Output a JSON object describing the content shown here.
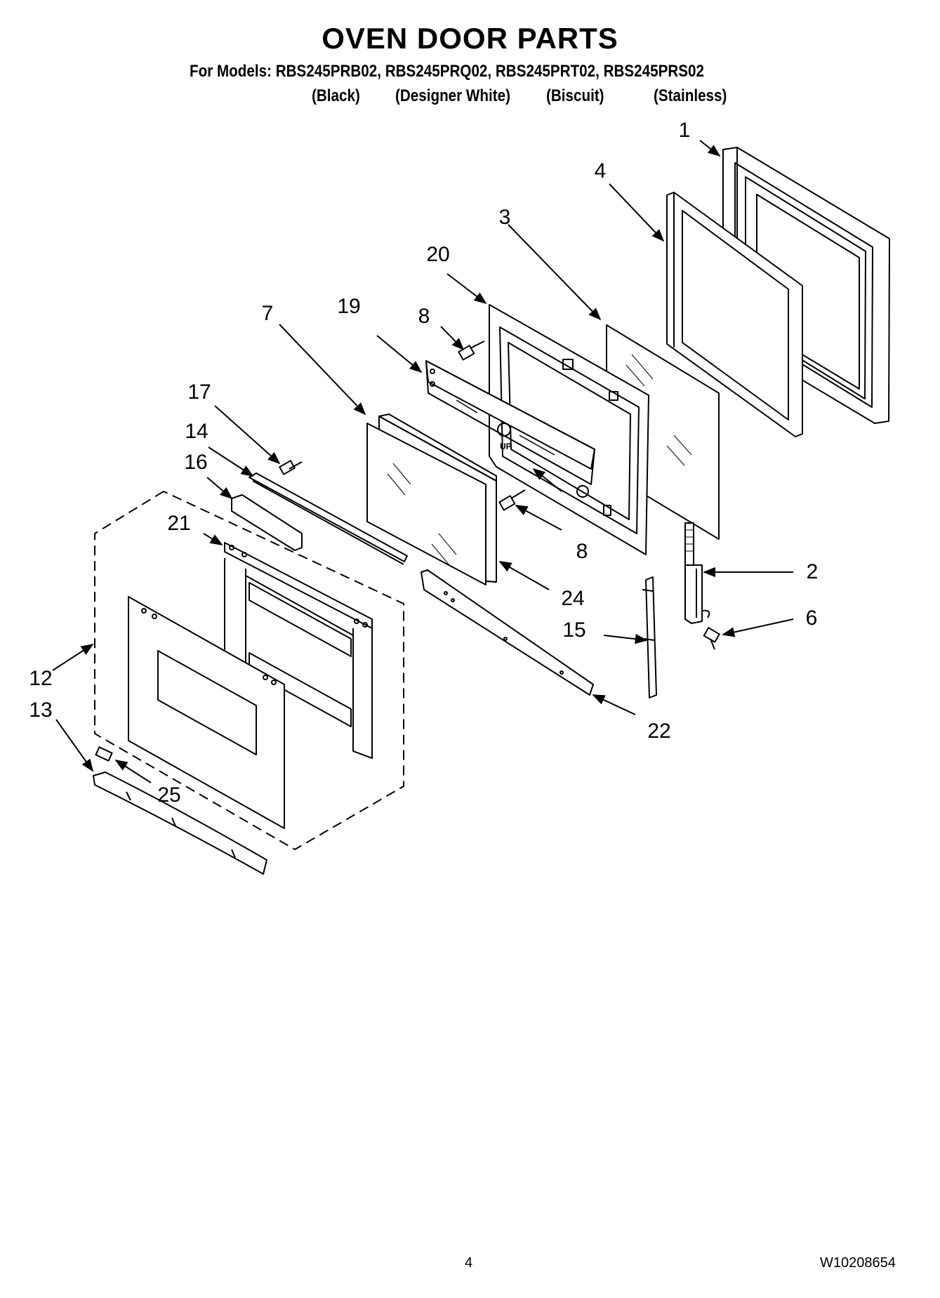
{
  "header": {
    "title": "OVEN DOOR PARTS",
    "models_line": "For Models: RBS245PRB02, RBS245PRQ02, RBS245PRT02, RBS245PRS02",
    "colors": [
      "(Black)",
      "(Designer White)",
      "(Biscuit)",
      "(Stainless)"
    ]
  },
  "callouts": {
    "c1": "1",
    "c4": "4",
    "c3": "3",
    "c20": "20",
    "c7": "7",
    "c19": "19",
    "c8a": "8",
    "c17": "17",
    "c14": "14",
    "c16": "16",
    "c21": "21",
    "c8b": "8",
    "c2": "2",
    "c24": "24",
    "c6": "6",
    "c15": "15",
    "c12": "12",
    "c13": "13",
    "c22": "22",
    "c25": "25"
  },
  "part_marking": "UP",
  "footer": {
    "page_number": "4",
    "document_number": "W10208654"
  }
}
